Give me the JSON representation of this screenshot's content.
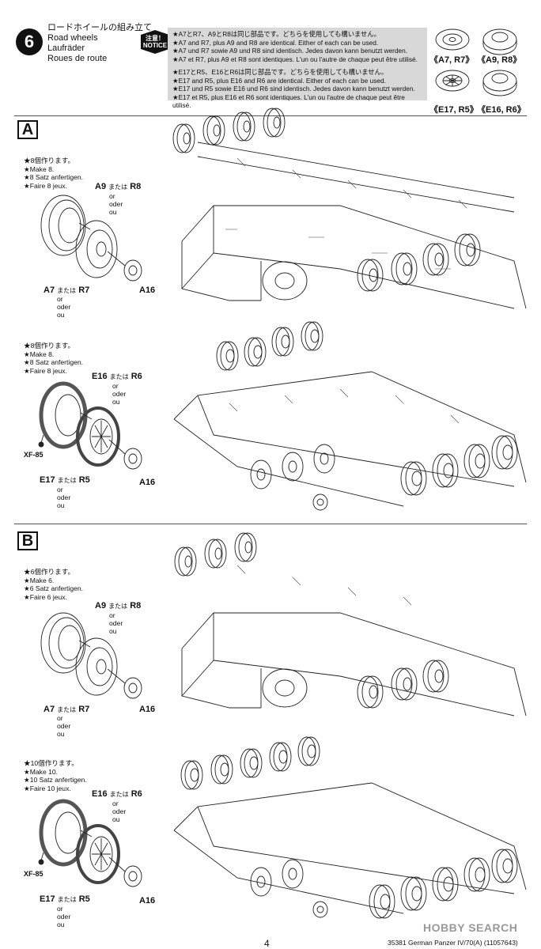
{
  "step": {
    "number": "6",
    "title_ja": "ロードホイールの組み立て",
    "title_en": "Road wheels",
    "title_de": "Laufräder",
    "title_fr": "Roues de route"
  },
  "notice": {
    "badge_ja": "注意！",
    "badge_en": "NOTICE",
    "lines_a": [
      "★A7とR7、A9とR8は同じ部品です。どちらを使用しても構いません。",
      "★A7 and R7, plus A9 and R8 are identical. Either of each can be used.",
      "★A7 und R7 sowie A9 und R8 sind identisch. Jedes davon kann benutzt werden.",
      "★A7 et R7, plus A9 et R8 sont identiques. L'un ou l'autre de chaque peut être utilisé."
    ],
    "lines_b": [
      "★E17とR5、E16とR6は同じ部品です。どちらを使用しても構いません。",
      "★E17 and R5, plus E16 and R6 are identical. Either of each can be used.",
      "★E17 und R5 sowie E16 und R6 sind identisch. Jedes davon kann benutzt werden.",
      "★E17 et R5, plus E16 et R6 sont identiques. L'un ou l'autre de chaque peut être utilisé."
    ]
  },
  "reference_parts": [
    "《A7, R7》",
    "《A9, R8》",
    "《E17, R5》",
    "《E16, R6》"
  ],
  "sections": {
    "a": {
      "letter": "A",
      "group1": {
        "instructions": [
          "★8個作ります。",
          "★Make 8.",
          "★8 Satz anfertigen.",
          "★Faire 8 jeux."
        ],
        "part_top": "A9",
        "part_top_alt": "R8",
        "part_bottom": "A7",
        "part_bottom_alt": "R7",
        "cap": "A16"
      },
      "group2": {
        "instructions": [
          "★8個作ります。",
          "★Make 8.",
          "★8 Satz anfertigen.",
          "★Faire 8 jeux."
        ],
        "part_top": "E16",
        "part_top_alt": "R6",
        "part_bottom": "E17",
        "part_bottom_alt": "R5",
        "cap": "A16",
        "paint": "XF-85"
      }
    },
    "b": {
      "letter": "B",
      "group1": {
        "instructions": [
          "★6個作ります。",
          "★Make 6.",
          "★6 Satz anfertigen.",
          "★Faire 6 jeux."
        ],
        "part_top": "A9",
        "part_top_alt": "R8",
        "part_bottom": "A7",
        "part_bottom_alt": "R7",
        "cap": "A16"
      },
      "group2": {
        "instructions": [
          "★10個作ります。",
          "★Make 10.",
          "★10 Satz anfertigen.",
          "★Faire 10 jeux."
        ],
        "part_top": "E16",
        "part_top_alt": "R6",
        "part_bottom": "E17",
        "part_bottom_alt": "R5",
        "cap": "A16",
        "paint": "XF-85"
      }
    }
  },
  "connectors": {
    "mata_wa": "または",
    "or": "or",
    "oder": "oder",
    "ou": "ou"
  },
  "footer": {
    "page": "4",
    "product": "35381  German Panzer IV/70(A)  (11057643)",
    "watermark": "HOBBY SEARCH"
  }
}
